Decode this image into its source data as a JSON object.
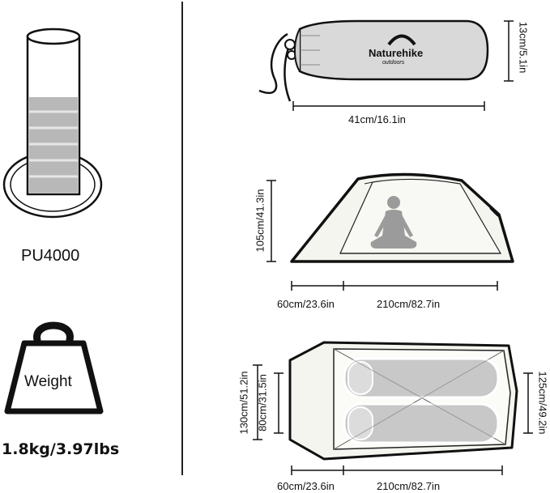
{
  "left": {
    "waterproof_label": "PU4000",
    "weight_badge": "Weight",
    "weight_value": "1.8kg/3.97lbs"
  },
  "packed": {
    "brand": "Naturehike",
    "brand_sub": "outdoors",
    "length": "41cm/16.1in",
    "diameter": "13cm/5.1in"
  },
  "side_view": {
    "height": "105cm/41.3in",
    "vestibule": "60cm/23.6in",
    "inner_length": "210cm/82.7in"
  },
  "top_view": {
    "outer_width": "130cm/51.2in",
    "inner_width_head": "80cm/31.5in",
    "inner_width_foot": "125cm/49.2in",
    "vestibule": "60cm/23.6in",
    "inner_length": "210cm/82.7in"
  },
  "colors": {
    "line": "#111111",
    "tent_fill": "#f4f5ef",
    "mat_fill": "#c8c8c8",
    "bag_fill": "#dcdcdc"
  }
}
